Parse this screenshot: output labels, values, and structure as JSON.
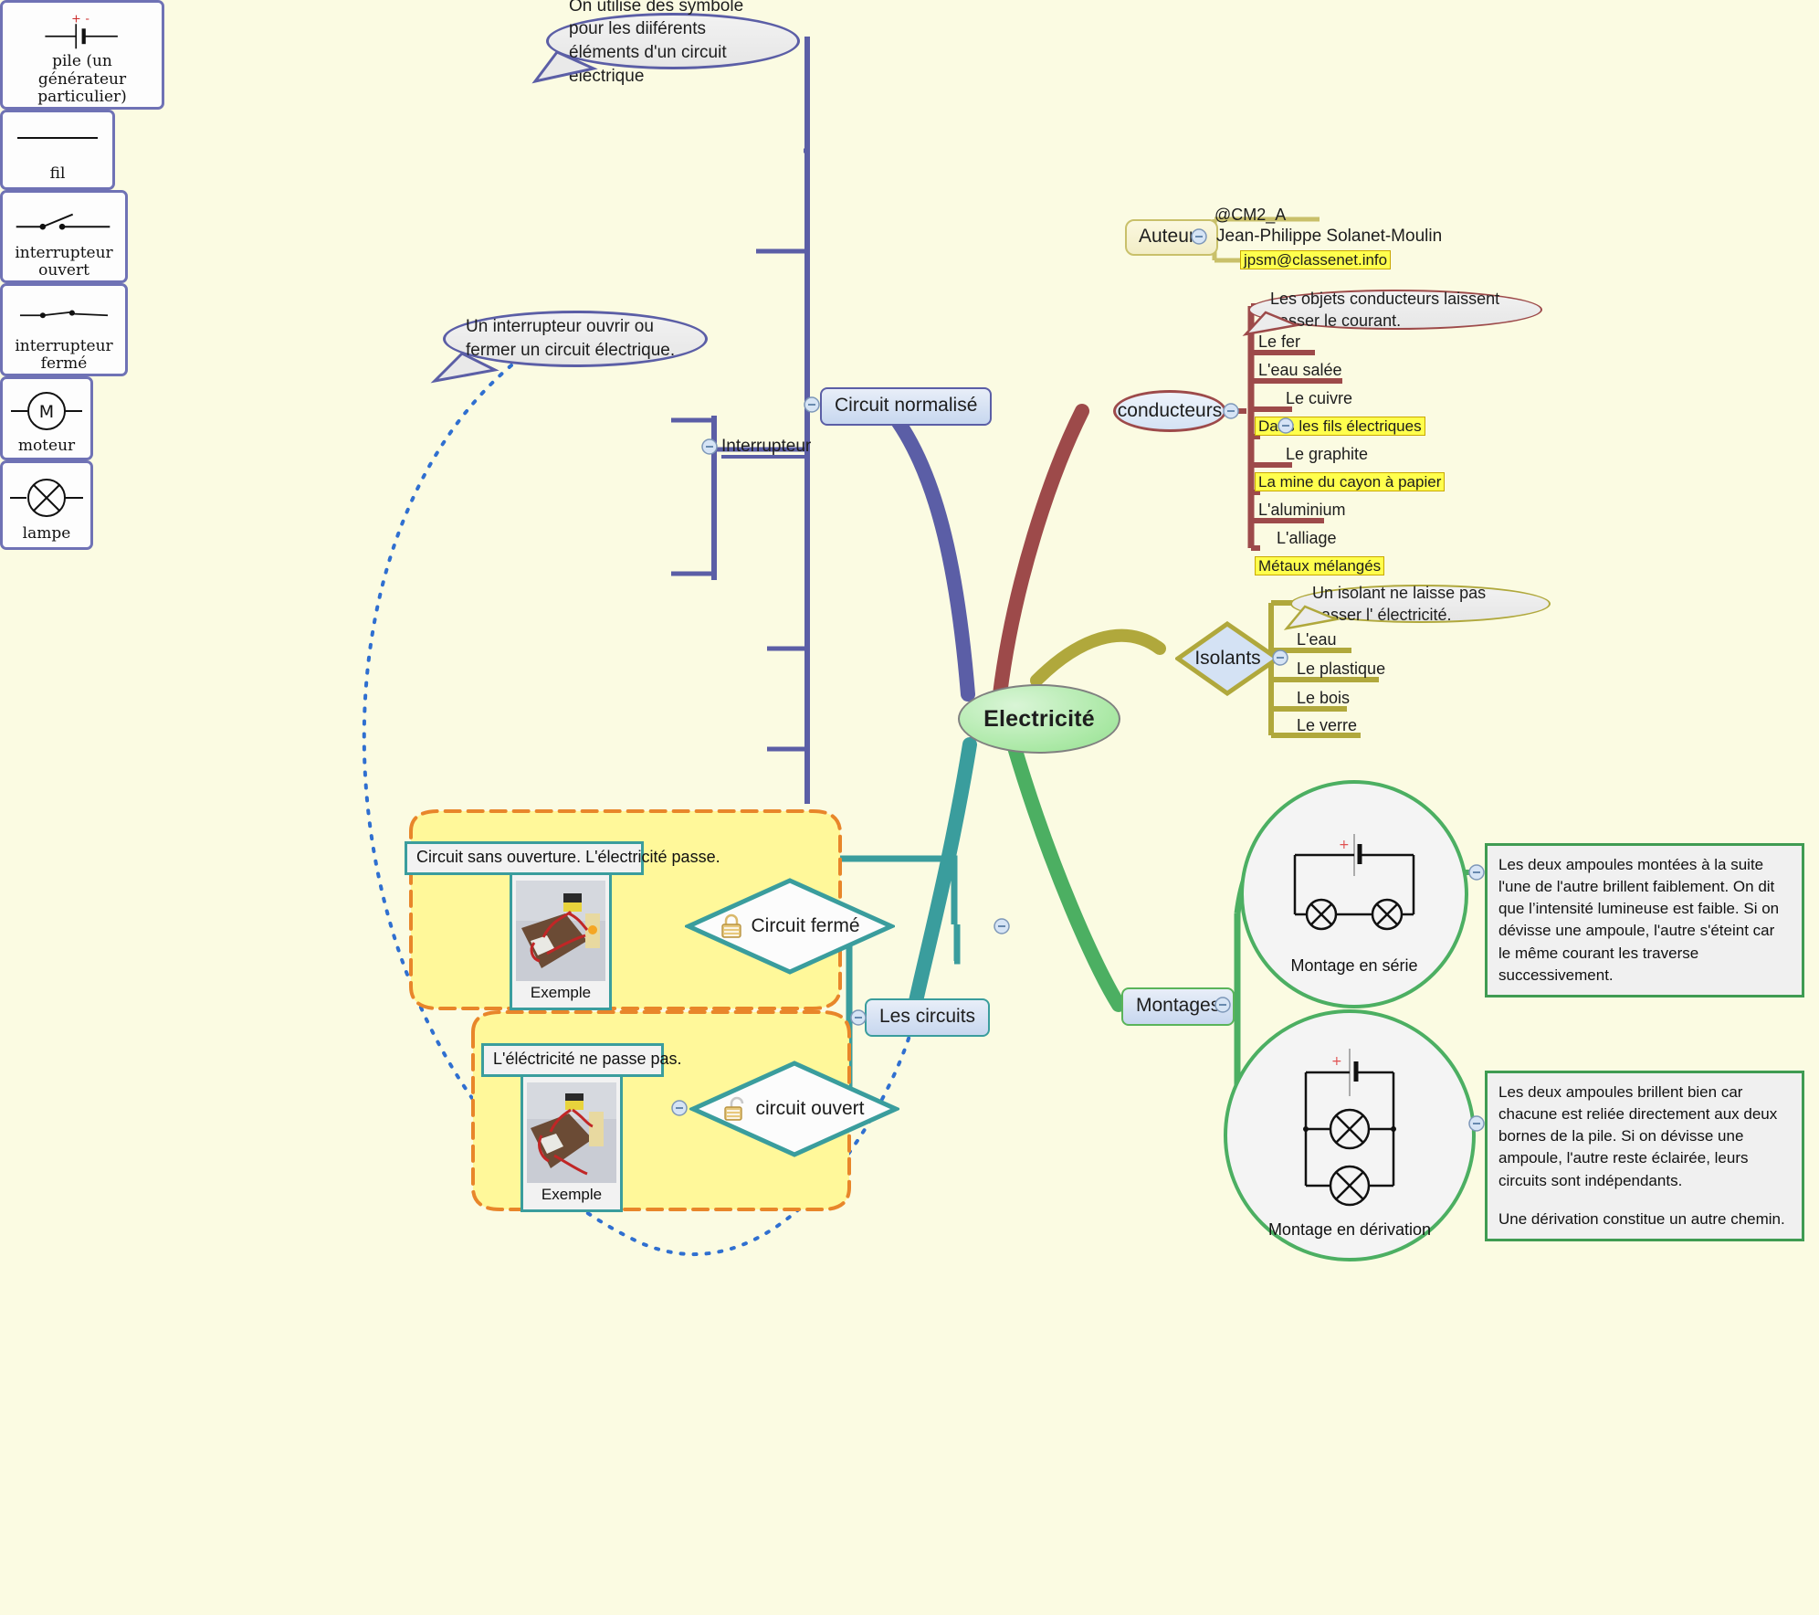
{
  "central": {
    "label": "Electricité"
  },
  "branches": {
    "circuit_normalise": "Circuit normalisé",
    "les_circuits": "Les circuits",
    "montages": "Montages",
    "conducteurs": "conducteurs",
    "isolants": "Isolants",
    "auteurs": "Auteurs"
  },
  "callouts": {
    "symbols": "On utilise des symbole pour les diiférents éléments d'un circuit électrique",
    "interrupteur": "Un interrupteur ouvrir ou  fermer un circuit électrique.",
    "conducteurs": "Les objets conducteurs laissent passer le courant.",
    "isolants": "Un isolant ne laisse pas passer l' électricité."
  },
  "auteurs": {
    "handle": "@CM2_A",
    "name": "Jean-Philippe Solanet-Moulin",
    "email": "jpsm@classenet.info"
  },
  "symbols": {
    "pile": "pile (un\ngénérateur particulier)",
    "pile_line1": "pile (un",
    "pile_line2": "générateur particulier)",
    "pile_plus": "+",
    "pile_minus": "-",
    "fil": "fil",
    "interrupteur_group": "Interrupteur",
    "interrupteur_ouvert_l1": "interrupteur",
    "interrupteur_ouvert_l2": "ouvert",
    "interrupteur_ferme_l1": "interrupteur",
    "interrupteur_ferme_l2": "fermé",
    "moteur": "moteur",
    "moteur_symbol": "M",
    "lampe": "lampe"
  },
  "conducteurs_items": [
    {
      "label": "Le fer",
      "note": null
    },
    {
      "label": "L'eau salée",
      "note": null
    },
    {
      "label": "Le cuivre",
      "note": "Dans les fils électriques"
    },
    {
      "label": "Le graphite",
      "note": "La mine du cayon à papier"
    },
    {
      "label": "L'aluminium",
      "note": null
    },
    {
      "label": "L'alliage",
      "note": "Métaux mélangés"
    }
  ],
  "isolants_items": [
    "L'eau",
    "Le plastique",
    "Le bois",
    "Le verre"
  ],
  "circuits": {
    "ferme": {
      "diamond_label": "Circuit fermé",
      "note": "Circuit sans ouverture. L'électricité passe.",
      "example_caption": "Exemple",
      "lock_icon": "lock-closed-icon"
    },
    "ouvert": {
      "diamond_label": "circuit ouvert",
      "note": "L'éléctricité ne passe pas.",
      "example_caption": "Exemple",
      "lock_icon": "lock-open-icon"
    }
  },
  "montages": {
    "serie": {
      "title": "Montage en série",
      "plus": "+",
      "note": "Les deux ampoules montées à la suite l'une de l'autre brillent faiblement. On dit que l’intensité lumineuse est faible. Si on dévisse une ampoule, l'autre s'éteint car le même courant les traverse successivement."
    },
    "derivation": {
      "title": "Montage en dérivation",
      "plus": "+",
      "note_p1": "Les deux ampoules brillent bien car chacune est reliée directement aux deux bornes de la pile. Si on dévisse une ampoule, l'autre reste éclairée, leurs circuits sont indépendants.",
      "note_p2": "Une dérivation constitue un autre chemin."
    }
  },
  "colors": {
    "background": "#fbfbe2",
    "violet": "#5b5ea6",
    "maroon": "#9d4a4a",
    "olive": "#b0a83c",
    "teal": "#3a9d9d",
    "green": "#4caf62",
    "highlight": "#ffff4d",
    "central_green": "#a9e8a4"
  }
}
